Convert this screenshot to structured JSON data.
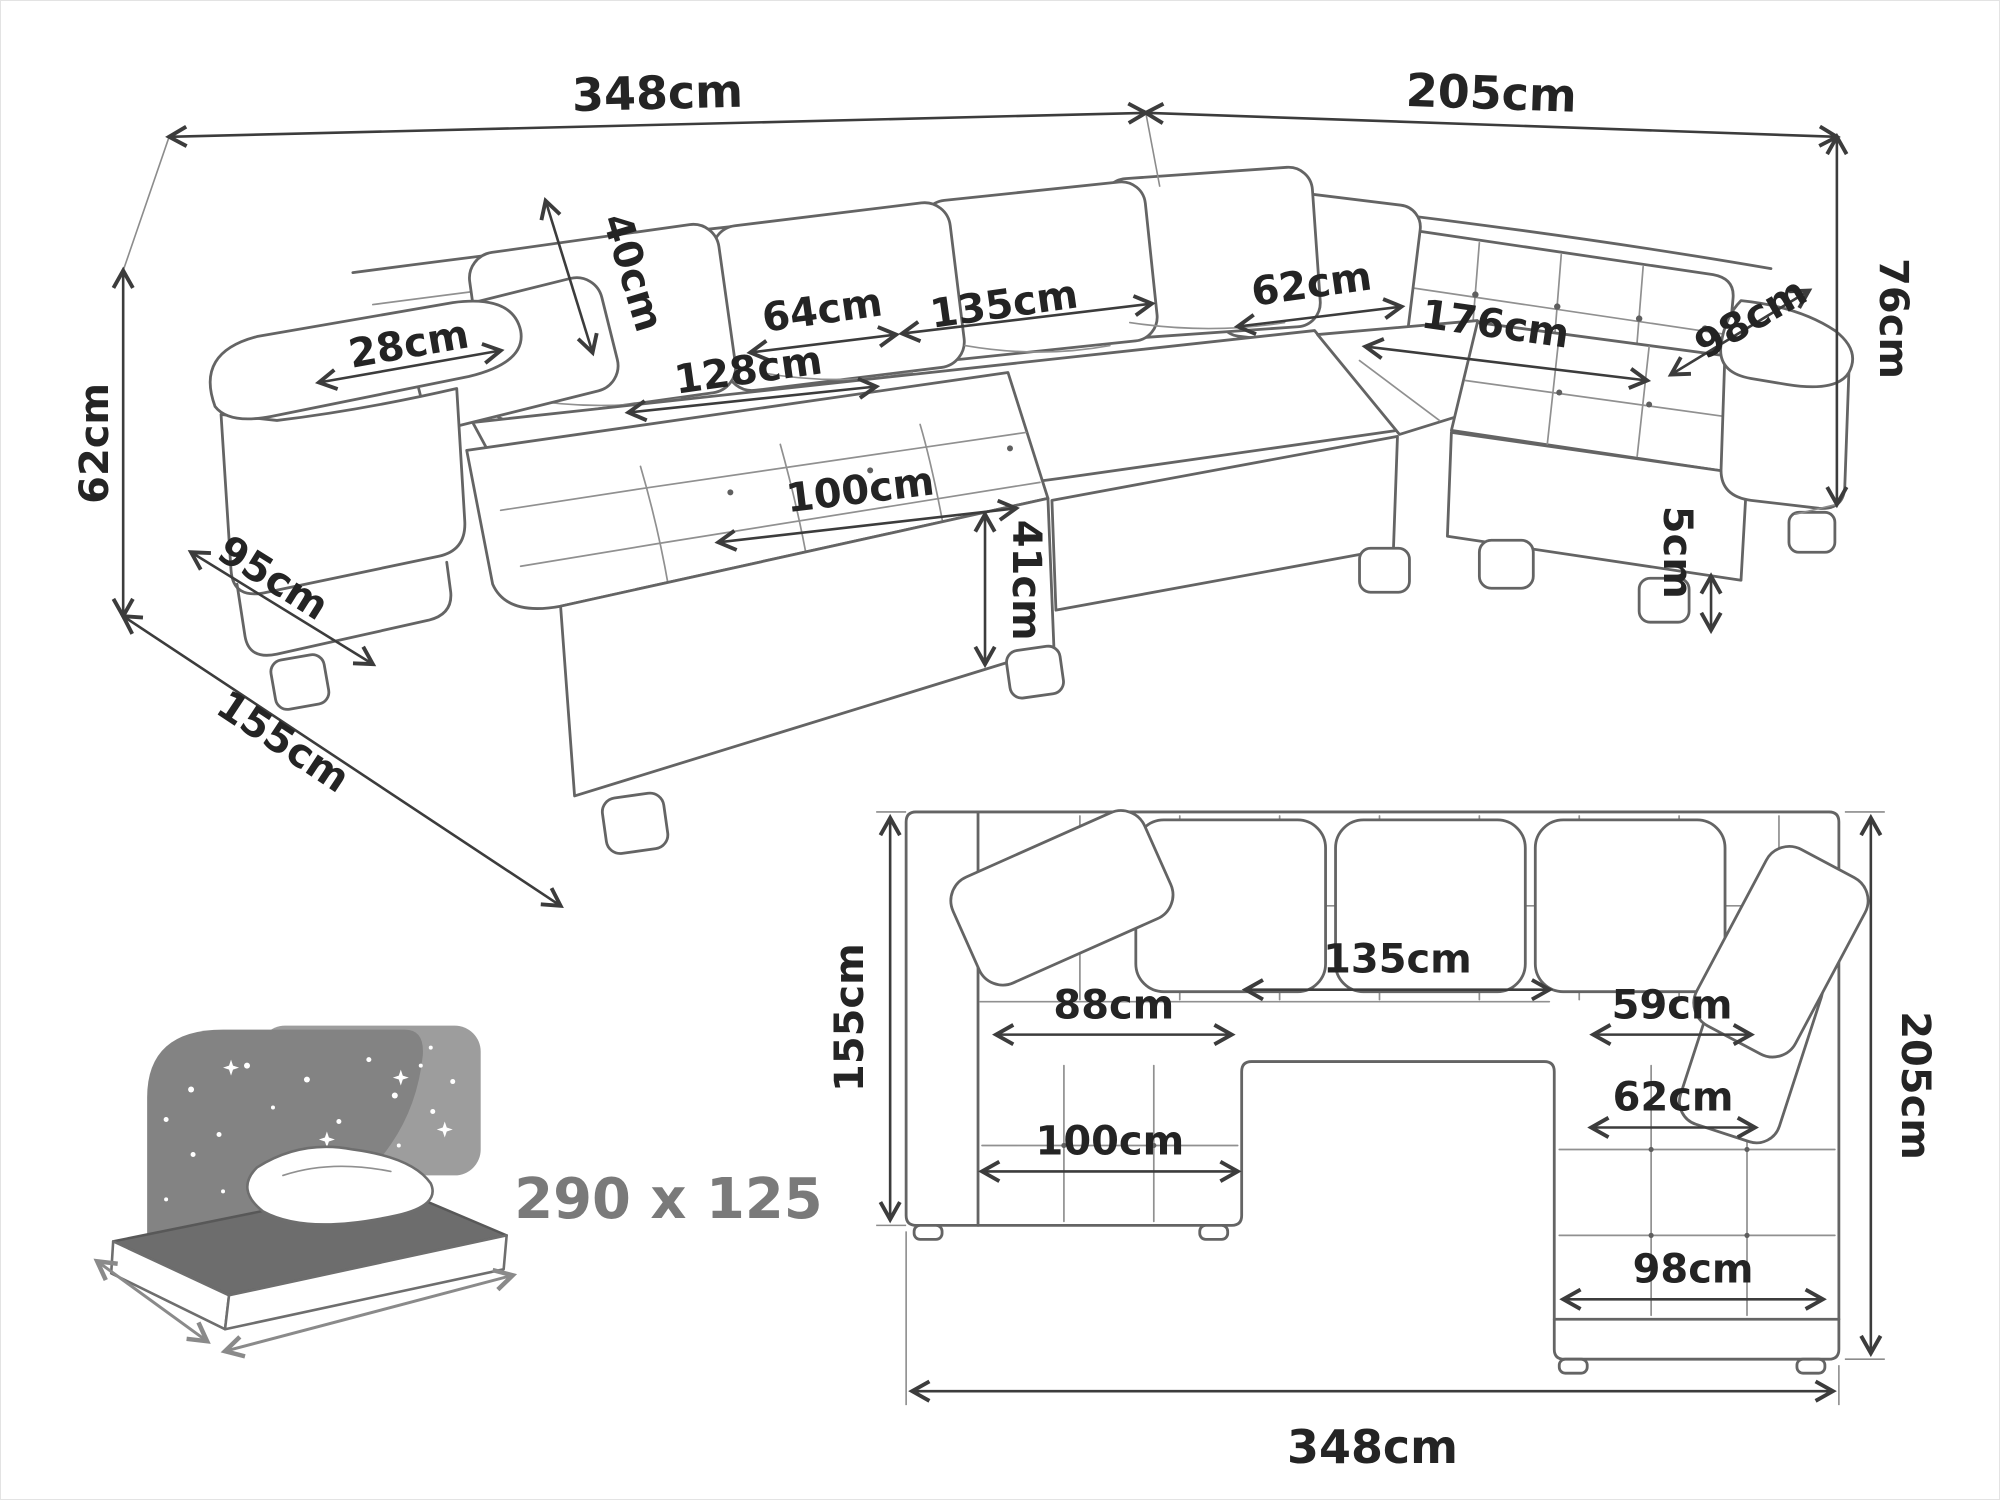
{
  "perspective": {
    "back_width": "348cm",
    "right_width": "205cm",
    "arm_height": "62cm",
    "chaise_depth": "155cm",
    "height": "76cm",
    "back_cushion": "40cm",
    "arm_pillow": "28cm",
    "seat_64": "64cm",
    "seat_135": "135cm",
    "corner_seat": "62cm",
    "right_seat": "176cm",
    "right_depth": "98cm",
    "chaise_seat": "128cm",
    "arm_length": "95cm",
    "chaise_width": "100cm",
    "seat_height": "41cm",
    "leg_height": "5cm"
  },
  "plan": {
    "chaise_depth": "155cm",
    "total_width": "348cm",
    "right_depth": "205cm",
    "mid_seat": "135cm",
    "left_seat": "88cm",
    "right_seat_top": "59cm",
    "right_seat_mid": "62cm",
    "chaise_width": "100cm",
    "right_seat_bottom": "98cm"
  },
  "sleeping": {
    "bed_size": "290 x 125"
  }
}
